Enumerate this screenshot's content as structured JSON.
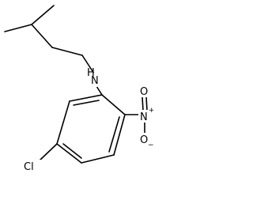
{
  "molecule": {
    "atoms": {
      "amine": "N",
      "amine_h": "H",
      "nitro_n": "N",
      "nitro_n_charge": "+",
      "nitro_o_right": "O",
      "nitro_o_right_charge": "−",
      "nitro_o_top": "O",
      "chlorine": "Cl"
    }
  }
}
